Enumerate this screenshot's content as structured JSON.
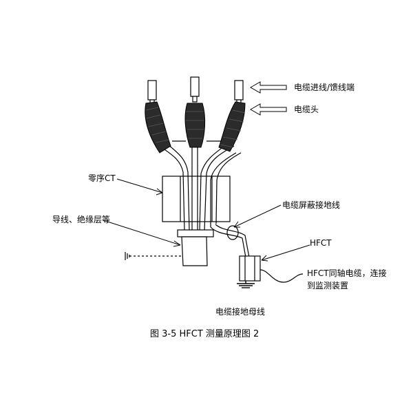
{
  "labels": {
    "terminal": "电缆进线/馈线端",
    "cable_head": "电缆头",
    "zero_seq_ct": "零序CT",
    "shield_ground": "电缆屏蔽接地线",
    "conductor": "导线、绝缘层等",
    "hfct": "HFCT",
    "hfct_coax_line1": "HFCT同轴电缆，连接",
    "hfct_coax_line2": "到监测装置",
    "ground_bus": "电缆接地母线"
  },
  "caption": "图 3-5 HFCT 测量原理图 2"
}
